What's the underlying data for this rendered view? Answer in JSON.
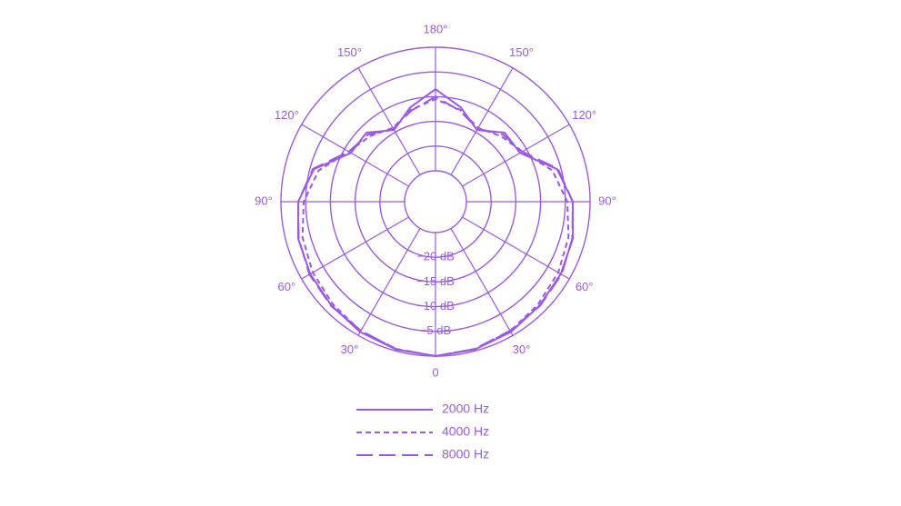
{
  "chart_data": {
    "type": "polar",
    "angle_labels": [
      {
        "angle": 0,
        "label": "0"
      },
      {
        "angle": 30,
        "label": "30°"
      },
      {
        "angle": 60,
        "label": "60°"
      },
      {
        "angle": 90,
        "label": "90°"
      },
      {
        "angle": 120,
        "label": "120°"
      },
      {
        "angle": 150,
        "label": "150°"
      },
      {
        "angle": 180,
        "label": "180°"
      },
      {
        "angle": -150,
        "label": "150°"
      },
      {
        "angle": -120,
        "label": "120°"
      },
      {
        "angle": -90,
        "label": "90°"
      },
      {
        "angle": -60,
        "label": "60°"
      },
      {
        "angle": -30,
        "label": "30°"
      }
    ],
    "radial_labels": [
      {
        "db": -20,
        "label": "−20 dB"
      },
      {
        "db": -15,
        "label": "−15 dB"
      },
      {
        "db": -10,
        "label": "−10 dB"
      },
      {
        "db": -5,
        "label": "−5 dB"
      }
    ],
    "radial_range_db": [
      -25,
      0
    ],
    "series": [
      {
        "name": "2000 Hz",
        "style": "solid",
        "angles": [
          0,
          15,
          30,
          45,
          60,
          75,
          90,
          105,
          120,
          135,
          150,
          165,
          180
        ],
        "db": [
          0,
          -0.3,
          -0.8,
          -1.5,
          -2.0,
          -2.5,
          -3.5,
          -5.8,
          -11.5,
          -11.5,
          -14.5,
          -11.5,
          -8.5
        ]
      },
      {
        "name": "4000 Hz",
        "style": "dashed",
        "angles": [
          0,
          15,
          30,
          45,
          60,
          75,
          90,
          105,
          120,
          135,
          150,
          165,
          180
        ],
        "db": [
          0,
          -0.4,
          -1.0,
          -1.9,
          -2.6,
          -3.4,
          -4.6,
          -6.8,
          -11.0,
          -12.5,
          -14.0,
          -12.0,
          -10.5
        ]
      },
      {
        "name": "8000 Hz",
        "style": "longdash",
        "angles": [
          0,
          15,
          30,
          45,
          60,
          75,
          90,
          105,
          120,
          135,
          150,
          165,
          180
        ],
        "db": [
          0,
          -0.4,
          -1.1,
          -1.4,
          -1.8,
          -2.6,
          -3.5,
          -5.6,
          -11.0,
          -12.0,
          -14.2,
          -12.2,
          -10.0
        ]
      }
    ],
    "legend_position": "bottom",
    "color": "#9b59e8"
  }
}
